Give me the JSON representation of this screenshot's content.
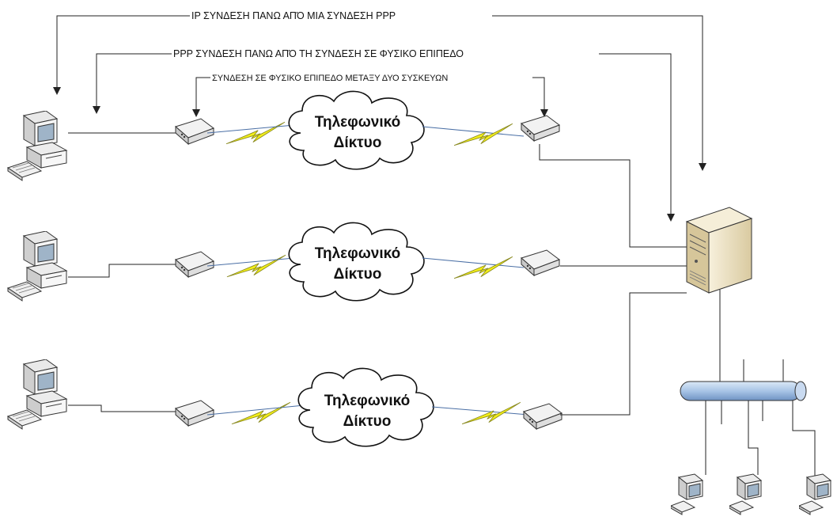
{
  "connections": {
    "ip_label": "IP ΣΥΝΔΕΣΗ  ΠΑΝΩ ΑΠΌ ΜΙΑ ΣΥΝΔΕΣΗ PPP",
    "ppp_label": "PPP ΣΥΝΔΕΣΗ ΠΑΝΩ ΑΠΌ ΤΗ ΣΥΝΔΕΣΗ ΣΕ ΦΥΣΙΚΟ ΕΠΙΠΕΔΟ",
    "physical_label": "ΣΥΝΔΕΣΗ ΣΕ ΦΥΣΙΚΟ ΕΠΙΠΕΔΟ ΜΕΤΑΞΥ ΔΥΟ ΣΥΣΚΕΥΩΝ"
  },
  "clouds": [
    {
      "line1": "Τηλεφωνικό",
      "line2": "Δίκτυο"
    },
    {
      "line1": "Τηλεφωνικό",
      "line2": "Δίκτυο"
    },
    {
      "line1": "Τηλεφωνικό",
      "line2": "Δίκτυο"
    }
  ],
  "icons": {
    "client_pc": "desktop-computer-icon",
    "modem": "modem-icon",
    "server": "server-tower-icon",
    "lan_bus": "network-bus-icon",
    "lan_workstation": "workstation-icon",
    "link": "lightning-bolt-icon"
  },
  "colors": {
    "bolt_fill": "#f2ee1a",
    "bus_fill": "#a8c4e6",
    "server_fill": "#ece1c2",
    "line": "#222222"
  }
}
